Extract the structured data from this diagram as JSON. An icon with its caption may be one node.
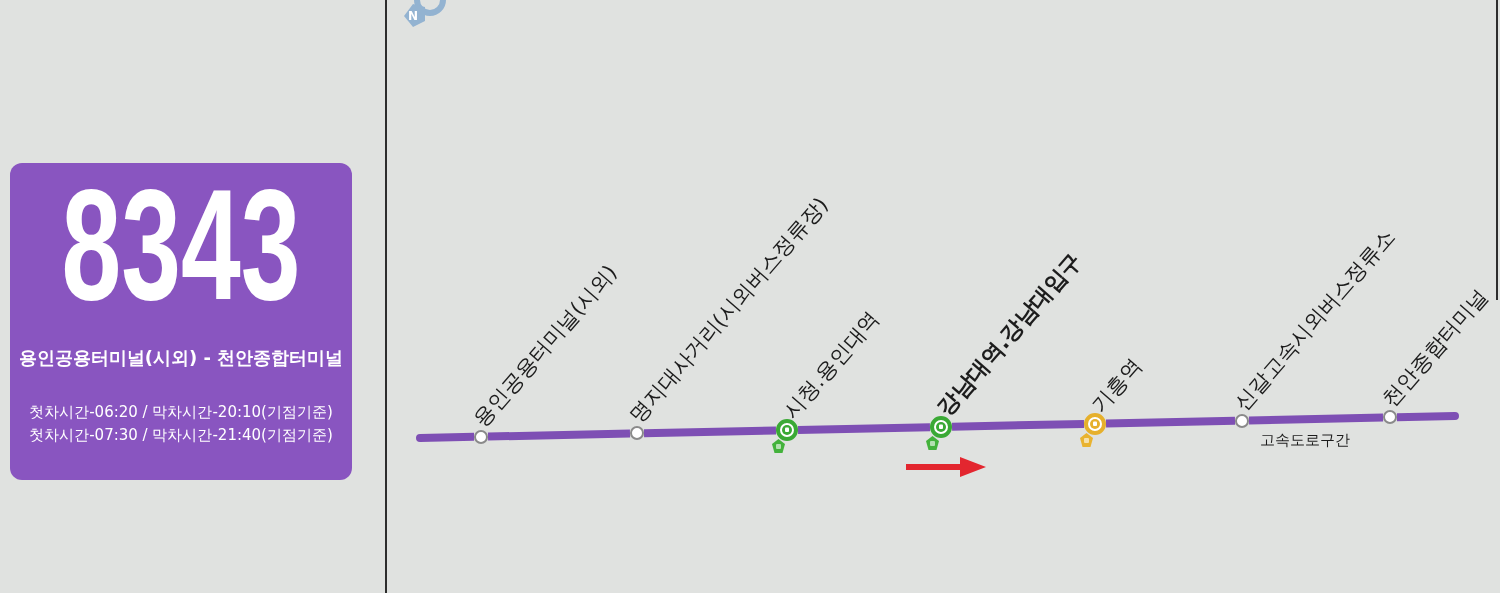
{
  "diagram": {
    "nodes": [
      {
        "text": [
          "8343",
          "용인공용터미널(시외) - 천안종합터미널",
          "첫차시간-06:20 / 막차시간-20:10(기점기준)",
          "첫차시간-07:30 / 막차시간-21:40(기점기준)"
        ]
      },
      {
        "text": [],
        "shape": "circle",
        "beside": [
          "용인공용터미널(시외)"
        ]
      },
      {
        "text": [],
        "shape": "circle",
        "beside": [
          "명지대사거리(시외버스정류장)"
        ]
      },
      {
        "text": [],
        "shape": "circle",
        "beside": [
          "시청.용인대역"
        ]
      },
      {
        "text": [],
        "shape": "circle",
        "beside": [
          "강남대역.강남대입구"
        ]
      },
      {
        "text": [],
        "shape": "circle",
        "beside": [
          "기흥역"
        ]
      },
      {
        "text": [],
        "shape": "circle",
        "beside": [
          "신갈고속시외버스정류소"
        ]
      },
      {
        "text": [],
        "shape": "circle",
        "beside": [
          "천안종합터미널"
        ]
      }
    ],
    "edges": [
      {
        "from": 1,
        "to": 2,
        "arrow": "none"
      },
      {
        "from": 2,
        "to": 3,
        "arrow": "none"
      },
      {
        "from": 3,
        "to": 4,
        "arrow": "none"
      },
      {
        "from": 4,
        "to": 5,
        "arrow": "none"
      },
      {
        "from": 5,
        "to": 6,
        "arrow": "none"
      },
      {
        "from": 6,
        "to": 7,
        "arrow": "none",
        "label": "고속도로구간"
      }
    ],
    "labels": [
      "N"
    ]
  }
}
